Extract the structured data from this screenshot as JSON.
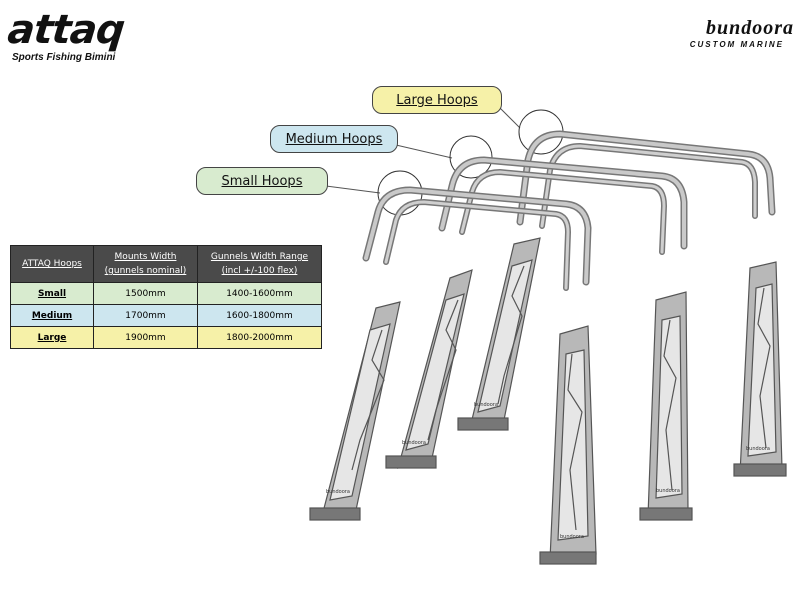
{
  "brand": {
    "name": "attaq",
    "tagline": "Sports Fishing Bimini"
  },
  "partner": {
    "name": "bundoora",
    "tagline": "CUSTOM MARINE"
  },
  "callouts": {
    "large": "Large Hoops",
    "medium": "Medium Hoops",
    "small": "Small Hoops"
  },
  "table": {
    "headers": [
      "ATTAQ Hoops",
      "Mounts Width",
      "(gunnels nominal)",
      "Gunnels Width Range",
      "(incl +/-100 flex)"
    ],
    "rows": [
      {
        "name": "Small",
        "mounts": "1500mm",
        "range": "1400-1600mm"
      },
      {
        "name": "Medium",
        "mounts": "1700mm",
        "range": "1600-1800mm"
      },
      {
        "name": "Large",
        "mounts": "1900mm",
        "range": "1800-2000mm"
      }
    ]
  },
  "colors": {
    "small": "#d8ebcf",
    "medium": "#cde6ef",
    "large": "#f6f1a8",
    "header": "#4a4a4a"
  },
  "mount_labels": [
    "bundoora",
    "bundoora",
    "bundoora",
    "bundoora",
    "bundoora",
    "bundoora"
  ]
}
